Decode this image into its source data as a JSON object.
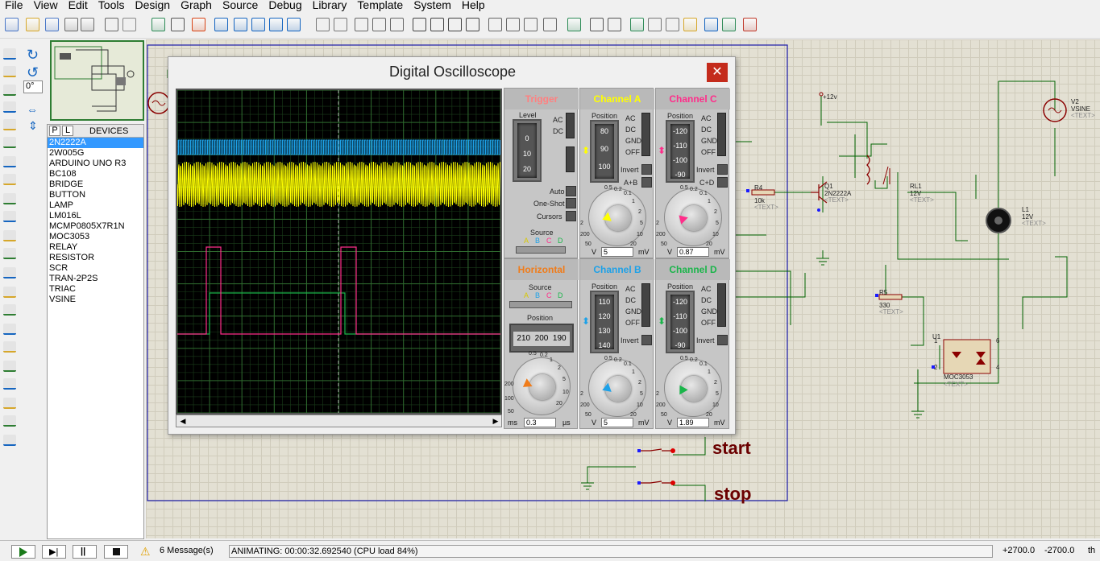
{
  "menu": [
    "File",
    "View",
    "Edit",
    "Tools",
    "Design",
    "Graph",
    "Source",
    "Debug",
    "Library",
    "Template",
    "System",
    "Help"
  ],
  "sidebar": {
    "rotation": "0°",
    "tabs": [
      "P",
      "L"
    ],
    "devices_header": "DEVICES",
    "devices": [
      "2N2222A",
      "2W005G",
      "ARDUINO UNO R3",
      "BC108",
      "BRIDGE",
      "BUTTON",
      "LAMP",
      "LM016L",
      "MCMP0805X7R1N",
      "MOC3053",
      "RELAY",
      "RESISTOR",
      "SCR",
      "TRAN-2P2S",
      "TRIAC",
      "VSINE"
    ],
    "selected": "2N2222A"
  },
  "oscilloscope": {
    "title": "Digital Oscilloscope",
    "trigger": {
      "title": "Trigger",
      "level_label": "Level",
      "scale": [
        "0",
        "10",
        "20"
      ],
      "ac": "AC",
      "dc": "DC",
      "auto": "Auto",
      "oneshot": "One-Shot",
      "cursors": "Cursors",
      "source_label": "Source",
      "source": [
        "A",
        "B",
        "C",
        "D"
      ]
    },
    "horizontal": {
      "title": "Horizontal",
      "source_label": "Source",
      "source": [
        "A",
        "B",
        "C",
        "D"
      ],
      "position_label": "Position",
      "position_scale": [
        "210",
        "200",
        "190"
      ],
      "dial": [
        "0.5",
        "0.2",
        "1",
        "2",
        "5",
        "10",
        "20",
        "50",
        "100",
        "200"
      ],
      "value": "0.3",
      "unit_left": "ms",
      "unit_right": "µs"
    },
    "channels": [
      {
        "name": "Channel A",
        "color": "#ffff00",
        "pos_label": "Position",
        "scale": [
          "80",
          "90",
          "100"
        ],
        "modes": [
          "AC",
          "DC",
          "GND",
          "OFF"
        ],
        "invert": "Invert",
        "extra": "A+B",
        "value": "5",
        "unit_left": "V",
        "unit_right": "mV",
        "dial": [
          "0.5",
          "0.2",
          "0.1",
          "1",
          "2",
          "5",
          "10",
          "20",
          "50",
          "200",
          "2"
        ]
      },
      {
        "name": "Channel B",
        "color": "#1da1e8",
        "pos_label": "Position",
        "scale": [
          "110",
          "120",
          "130",
          "140"
        ],
        "modes": [
          "AC",
          "DC",
          "GND",
          "OFF"
        ],
        "invert": "Invert",
        "extra": "",
        "value": "5",
        "unit_left": "V",
        "unit_right": "mV",
        "dial": [
          "0.5",
          "0.2",
          "0.1",
          "1",
          "2",
          "5",
          "10",
          "20",
          "50",
          "200",
          "2"
        ]
      },
      {
        "name": "Channel C",
        "color": "#ff2d8a",
        "pos_label": "Position",
        "scale": [
          "-120",
          "-110",
          "-100",
          "-90"
        ],
        "modes": [
          "AC",
          "DC",
          "GND",
          "OFF"
        ],
        "invert": "Invert",
        "extra": "C+D",
        "value": "0.87",
        "unit_left": "V",
        "unit_right": "mV",
        "dial": [
          "0.5",
          "0.2",
          "0.1",
          "1",
          "2",
          "5",
          "10",
          "20",
          "50",
          "200",
          "2"
        ]
      },
      {
        "name": "Channel D",
        "color": "#1ab54a",
        "pos_label": "Position",
        "scale": [
          "-120",
          "-110",
          "-100",
          "-90"
        ],
        "modes": [
          "AC",
          "DC",
          "GND",
          "OFF"
        ],
        "invert": "Invert",
        "extra": "",
        "value": "1.89",
        "unit_left": "V",
        "unit_right": "mV",
        "dial": [
          "0.5",
          "0.2",
          "0.1",
          "1",
          "2",
          "5",
          "10",
          "20",
          "50",
          "200",
          "2"
        ]
      }
    ]
  },
  "schematic": {
    "start_label": "start",
    "stop_label": "stop",
    "components": {
      "r4": {
        "ref": "R4",
        "val": "10k",
        "text": "<TEXT>"
      },
      "q1": {
        "ref": "Q1",
        "val": "2N2222A",
        "text": "<TEXT>"
      },
      "rl1": {
        "ref": "RL1",
        "val": "12V",
        "text": "<TEXT>"
      },
      "v2": {
        "ref": "V2",
        "val": "VSINE",
        "text": "<TEXT>"
      },
      "l1": {
        "ref": "L1",
        "val": "12V",
        "text": "<TEXT>"
      },
      "r5": {
        "ref": "R5",
        "val": "330",
        "text": "<TEXT>"
      },
      "u1": {
        "ref": "U1",
        "val": "MOC3053",
        "text": "<TEXT>",
        "pins": [
          "1",
          "2",
          "6",
          "4"
        ]
      },
      "supply": "+12v"
    }
  },
  "status": {
    "messages": "6 Message(s)",
    "animating": "ANIMATING: 00:00:32.692540 (CPU load 84%)",
    "coord_x": "+2700.0",
    "coord_y": "-2700.0",
    "units": "th"
  },
  "colors": {
    "trace_a": "#ffff00",
    "trace_b": "#1da1e8",
    "trace_c": "#ff2d8a",
    "trace_d": "#1ab54a",
    "trigger": "#ff8080",
    "horizontal": "#f07c1a"
  }
}
